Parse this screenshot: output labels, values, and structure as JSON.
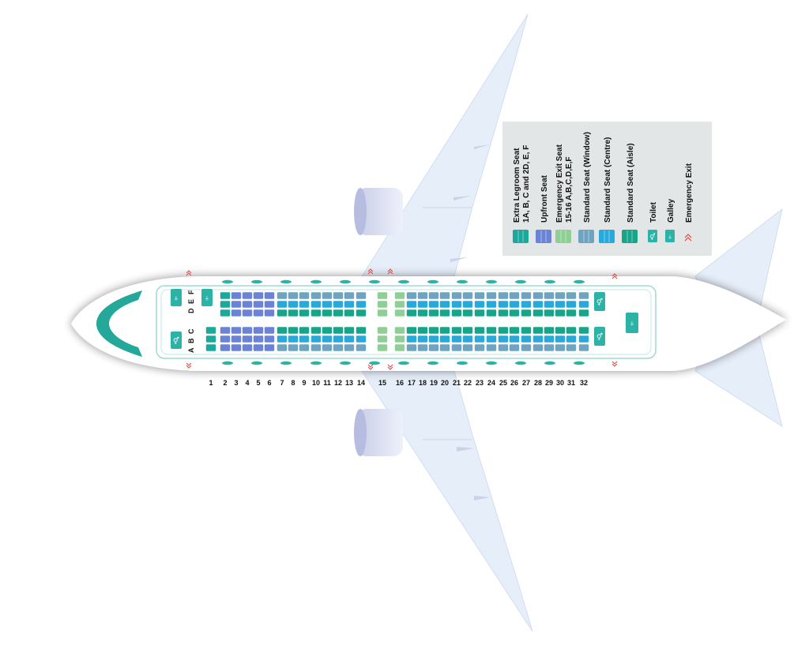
{
  "legend": {
    "items": [
      {
        "key": "extra_legroom",
        "lines": [
          "Extra Legroom Seat",
          "1A, B, C and 2D, E, F"
        ],
        "color": "#1aa99a"
      },
      {
        "key": "upfront",
        "lines": [
          "Upfront Seat"
        ],
        "color": "#6b83d6"
      },
      {
        "key": "emergency_exit",
        "lines": [
          "Emergency Exit Seat",
          "15-16 A,B,C,D,E,F"
        ],
        "color": "#8fcf96"
      },
      {
        "key": "standard_window",
        "lines": [
          "Standard Seat (Window)"
        ],
        "color": "#6fa4c0"
      },
      {
        "key": "standard_centre",
        "lines": [
          "Standard Seat (Centre)"
        ],
        "color": "#27a9dc"
      },
      {
        "key": "standard_aisle",
        "lines": [
          "Standard Seat (Aisle)"
        ],
        "color": "#17a58a"
      },
      {
        "key": "toilet",
        "lines": [
          "Toilet"
        ],
        "color": "#2bb3a7",
        "icon": "toilet-icon"
      },
      {
        "key": "galley",
        "lines": [
          "Galley"
        ],
        "color": "#2bb3a7",
        "icon": "galley-icon"
      },
      {
        "key": "emergency_exit_marker",
        "lines": [
          "Emergency Exit"
        ],
        "color": "#e0443d",
        "icon": "emergency-exit-icon"
      }
    ]
  },
  "seat_letters": {
    "upper": [
      "D",
      "E",
      "F"
    ],
    "lower": [
      "A",
      "B",
      "C"
    ]
  },
  "rows": [
    "1",
    "2",
    "3",
    "4",
    "5",
    "6",
    "7",
    "8",
    "9",
    "10",
    "11",
    "12",
    "13",
    "14",
    "15",
    "16",
    "17",
    "18",
    "19",
    "20",
    "21",
    "22",
    "23",
    "24",
    "25",
    "26",
    "27",
    "28",
    "29",
    "30",
    "31",
    "32"
  ],
  "colors": {
    "fuselage": "#ffffff",
    "wing": "#e6eef9",
    "wing_edge": "#c9d6ee",
    "cabin_outline": "#9fd8d2",
    "windscreen": "#23a89a",
    "window": "#2cb3a5",
    "exit_marker": "#e0443d"
  }
}
